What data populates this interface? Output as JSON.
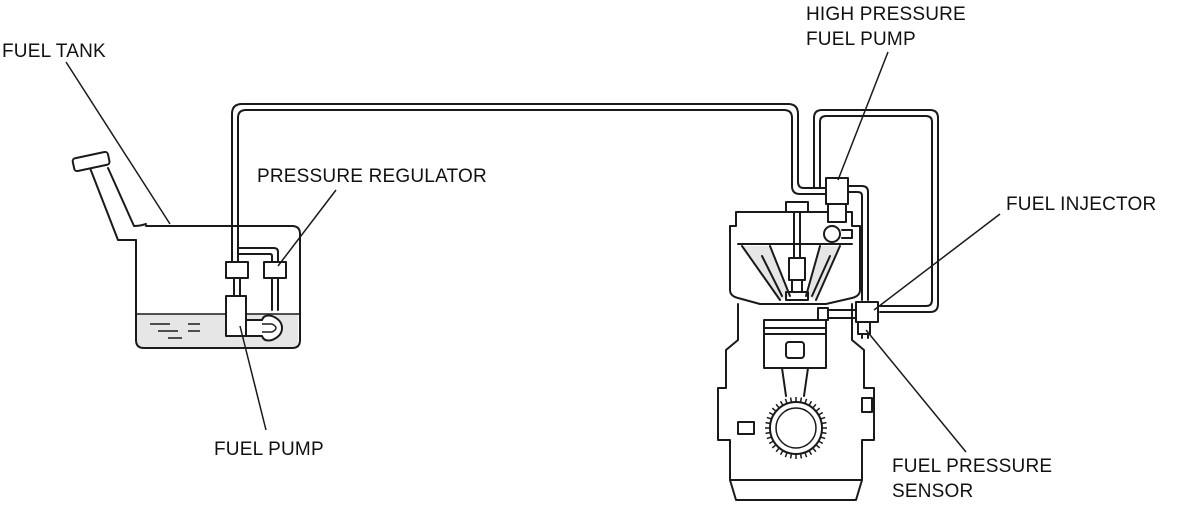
{
  "labels": {
    "fuel_tank": "FUEL TANK",
    "pressure_regulator": "PRESSURE REGULATOR",
    "fuel_pump": "FUEL PUMP",
    "high_pressure_fuel_pump_line1": "HIGH PRESSURE",
    "high_pressure_fuel_pump_line2": "FUEL PUMP",
    "fuel_injector": "FUEL INJECTOR",
    "fuel_pressure_sensor_line1": "FUEL PRESSURE",
    "fuel_pressure_sensor_line2": "SENSOR"
  },
  "colors": {
    "line": "#1a1a1a",
    "fuel_fill": "#e6e6e6",
    "background": "#ffffff"
  }
}
